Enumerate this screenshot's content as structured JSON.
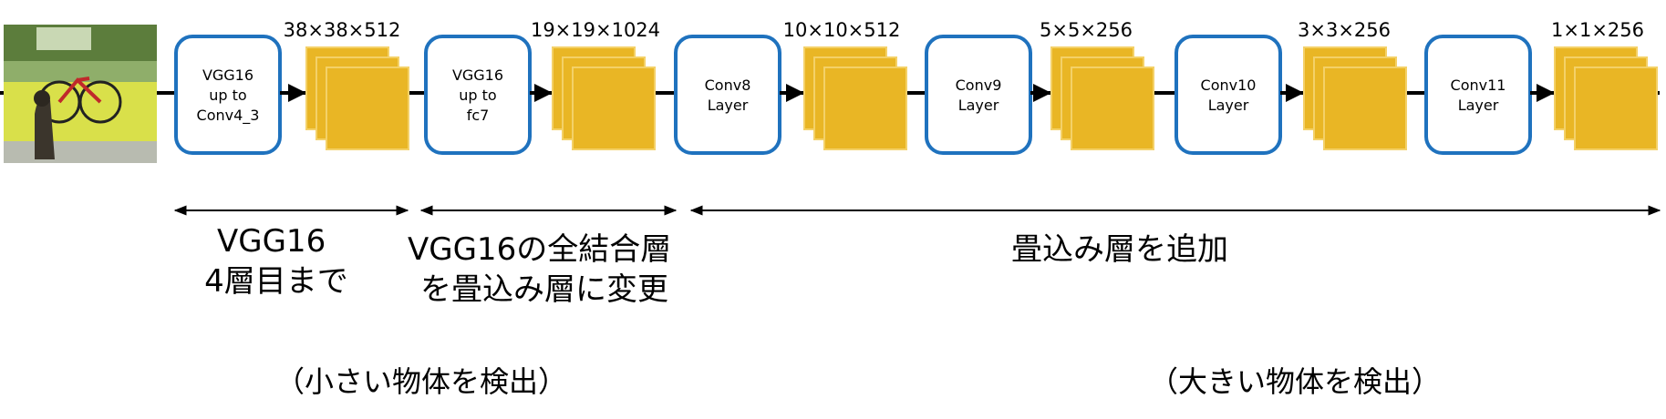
{
  "colors": {
    "box_stroke": "#1f72be",
    "feature_map_fill": "#e9b625",
    "line": "#000000"
  },
  "input_image": {
    "icon": "photo-dog-bicycle-icon"
  },
  "layers": [
    {
      "lines": [
        "VGG16",
        "up to",
        "Conv4_3"
      ]
    },
    {
      "lines": [
        "VGG16",
        "up to",
        "fc7"
      ]
    },
    {
      "lines": [
        "Conv8",
        "Layer"
      ]
    },
    {
      "lines": [
        "Conv9",
        "Layer"
      ]
    },
    {
      "lines": [
        "Conv10",
        "Layer"
      ]
    },
    {
      "lines": [
        "Conv11",
        "Layer"
      ]
    }
  ],
  "feature_maps": [
    {
      "label": "38×38×512"
    },
    {
      "label": "19×19×1024"
    },
    {
      "label": "10×10×512"
    },
    {
      "label": "5×5×256"
    },
    {
      "label": "3×3×256"
    },
    {
      "label": "1×1×256"
    }
  ],
  "sections": [
    {
      "lines": [
        "VGG16",
        "4層目まで"
      ]
    },
    {
      "lines": [
        "VGG16の全結合層",
        "を畳込み層に変更"
      ]
    },
    {
      "lines": [
        "畳込み層を追加"
      ]
    }
  ],
  "notes": {
    "small_objects": "（小さい物体を検出）",
    "large_objects": "（大きい物体を検出）"
  }
}
